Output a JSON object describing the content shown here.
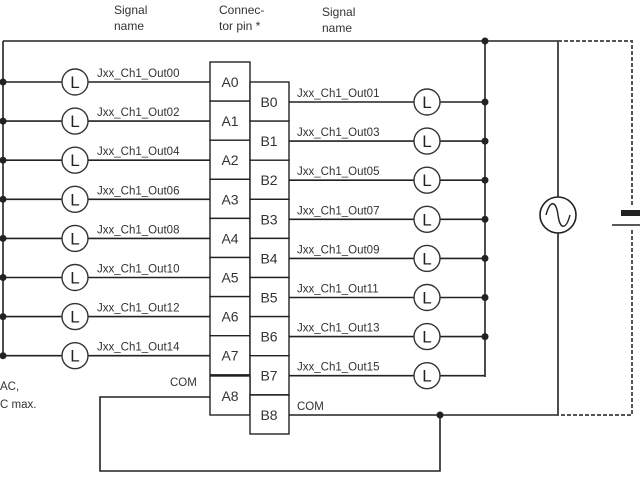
{
  "header": {
    "left_signal": [
      "Signal",
      "name"
    ],
    "connector_pin": [
      "Connec-",
      "tor pin *"
    ],
    "right_signal": [
      "Signal",
      "name"
    ]
  },
  "left_rows": [
    {
      "pin": "A0",
      "signal": "Jxx_Ch1_Out00"
    },
    {
      "pin": "A1",
      "signal": "Jxx_Ch1_Out02"
    },
    {
      "pin": "A2",
      "signal": "Jxx_Ch1_Out04"
    },
    {
      "pin": "A3",
      "signal": "Jxx_Ch1_Out06"
    },
    {
      "pin": "A4",
      "signal": "Jxx_Ch1_Out08"
    },
    {
      "pin": "A5",
      "signal": "Jxx_Ch1_Out10"
    },
    {
      "pin": "A6",
      "signal": "Jxx_Ch1_Out12"
    },
    {
      "pin": "A7",
      "signal": "Jxx_Ch1_Out14"
    }
  ],
  "right_rows": [
    {
      "pin": "B0",
      "signal": "Jxx_Ch1_Out01"
    },
    {
      "pin": "B1",
      "signal": "Jxx_Ch1_Out03"
    },
    {
      "pin": "B2",
      "signal": "Jxx_Ch1_Out05"
    },
    {
      "pin": "B3",
      "signal": "Jxx_Ch1_Out07"
    },
    {
      "pin": "B4",
      "signal": "Jxx_Ch1_Out09"
    },
    {
      "pin": "B5",
      "signal": "Jxx_Ch1_Out11"
    },
    {
      "pin": "B6",
      "signal": "Jxx_Ch1_Out13"
    },
    {
      "pin": "B7",
      "signal": "Jxx_Ch1_Out15"
    }
  ],
  "com_left": {
    "pin": "A8",
    "signal": "COM"
  },
  "com_right": {
    "pin": "B8",
    "signal": "COM"
  },
  "lamp_label": "L",
  "note": [
    "AC,",
    "C max."
  ],
  "icons": {
    "lamp": "lamp-icon",
    "ac_source": "ac-source-icon",
    "dc_source": "battery-icon"
  }
}
